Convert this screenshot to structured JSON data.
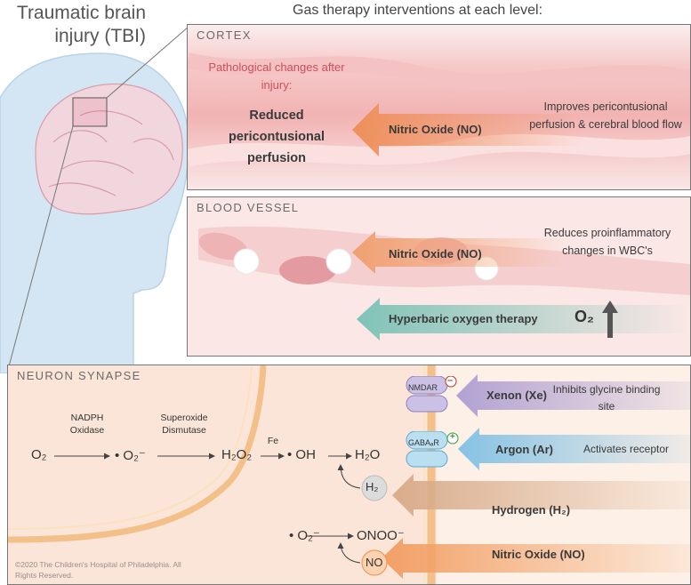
{
  "header": {
    "title": "Traumatic brain injury (TBI)",
    "subtitle": "Gas therapy interventions at each level:"
  },
  "cortex": {
    "label": "CORTEX",
    "pathology_heading": "Pathological changes after injury:",
    "pathology": "Reduced pericontusional perfusion",
    "arrow": "Nitric Oxide (NO)",
    "effect": "Improves pericontusional perfusion & cerebral blood flow"
  },
  "vessel": {
    "label": "BLOOD VESSEL",
    "arrow1": "Nitric Oxide (NO)",
    "effect1": "Reduces proinflammatory changes in WBC's",
    "arrow2": "Hyperbaric oxygen therapy",
    "o2": "O₂"
  },
  "synapse": {
    "label": "NEURON SYNAPSE",
    "nmdar": "NMDAR",
    "gabaa": "GABAₐR",
    "minus": "–",
    "plus": "+",
    "xenon": "Xenon (Xe)",
    "xenon_effect": "Inhibits glycine binding site",
    "argon": "Argon (Ar)",
    "argon_effect": "Activates receptor",
    "hydrogen": "Hydrogen (H₂)",
    "no": "Nitric Oxide (NO)",
    "pathway": {
      "o2": "O₂",
      "nadph": "NADPH Oxidase",
      "superoxide": "• O₂⁻",
      "sod": "Superoxide Dismutase",
      "h2o2": "H₂O₂",
      "fe": "Fe",
      "oh": "• OH",
      "h2o": "H₂O",
      "h2": "H₂",
      "superoxide2": "• O₂⁻",
      "onoo": "ONOO⁻",
      "no": "NO"
    },
    "credit": "©2020 The Children's Hospital of Philadelphia. All Rights Reserved."
  },
  "colors": {
    "no_arrow": "#f0a070",
    "hbo_arrow": "#86c8bd",
    "xenon_arrow": "#b6a6d4",
    "argon_arrow": "#8ec6e6",
    "hydrogen_arrow": "#d9b296",
    "pathology_text": "#c8505a"
  }
}
